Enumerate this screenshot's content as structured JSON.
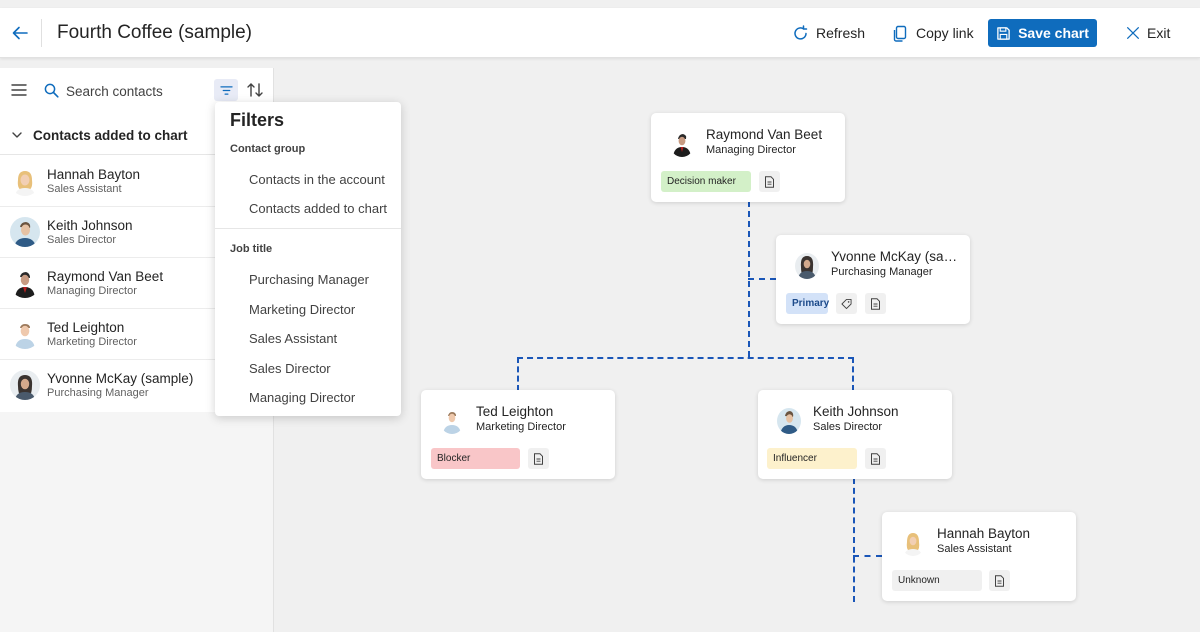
{
  "header": {
    "title": "Fourth Coffee (sample)",
    "refresh_label": "Refresh",
    "copy_link_label": "Copy link",
    "save_label": "Save chart",
    "exit_label": "Exit"
  },
  "sidebar": {
    "search_placeholder": "Search contacts",
    "section_title": "Contacts added to chart",
    "contacts": [
      {
        "name": "Hannah Bayton",
        "title": "Sales Assistant"
      },
      {
        "name": "Keith Johnson",
        "title": "Sales Director"
      },
      {
        "name": "Raymond Van Beet",
        "title": "Managing Director"
      },
      {
        "name": "Ted Leighton",
        "title": "Marketing Director"
      },
      {
        "name": "Yvonne McKay (sample)",
        "title": "Purchasing Manager"
      }
    ]
  },
  "filters": {
    "title": "Filters",
    "group1": "Contact group",
    "group1_items": [
      "Contacts in the account",
      "Contacts added to chart"
    ],
    "group2": "Job title",
    "group2_items": [
      "Purchasing Manager",
      "Marketing Director",
      "Sales Assistant",
      "Sales Director",
      "Managing Director"
    ]
  },
  "chart": {
    "cards": [
      {
        "name": "Raymond Van Beet",
        "title": "Managing Director",
        "tag": "Decision maker",
        "tag_color": "#d3f0c8"
      },
      {
        "name": "Yvonne McKay (sample)",
        "title": "Purchasing Manager",
        "tag": "Primary",
        "tag_color": "#d3e2f8"
      },
      {
        "name": "Ted Leighton",
        "title": "Marketing Director",
        "tag": "Blocker",
        "tag_color": "#f9c6c8"
      },
      {
        "name": "Keith Johnson",
        "title": "Sales Director",
        "tag": "Influencer",
        "tag_color": "#fdf1cc"
      },
      {
        "name": "Hannah Bayton",
        "title": "Sales Assistant",
        "tag": "Unknown",
        "tag_color": "#f0f0f0"
      }
    ]
  },
  "colors": {
    "accent": "#0f6cbd",
    "connector": "#1a56b8"
  }
}
